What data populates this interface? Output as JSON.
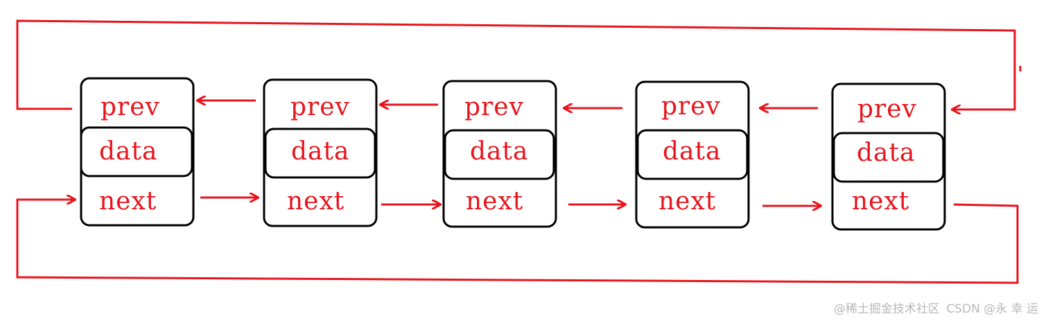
{
  "diagram": {
    "nodes": [
      {
        "prev": "prev",
        "data": "data",
        "next": "next"
      },
      {
        "prev": "prev",
        "data": "data",
        "next": "next"
      },
      {
        "prev": "prev",
        "data": "data",
        "next": "next"
      },
      {
        "prev": "prev",
        "data": "data",
        "next": "next"
      },
      {
        "prev": "prev",
        "data": "data",
        "next": "next"
      }
    ],
    "colors": {
      "node_border": "#000000",
      "text": "#e8141c",
      "arrow": "#e8141c"
    },
    "watermark": {
      "line1": "@稀土掘金技术社区",
      "line2": "CSDN @永 幸 运"
    }
  }
}
